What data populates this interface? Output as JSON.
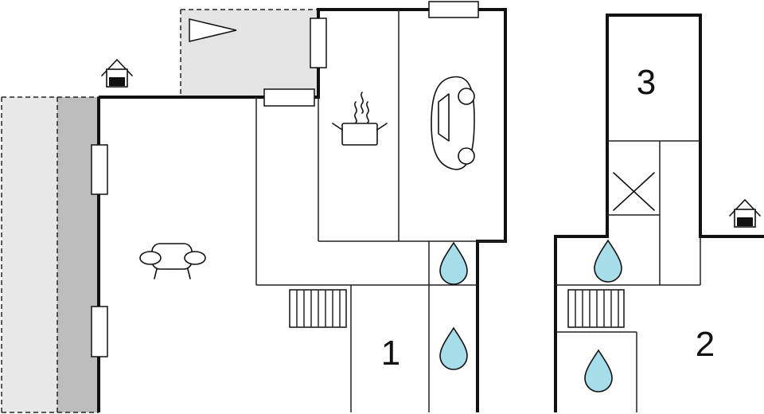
{
  "rooms": [
    {
      "number": "1"
    },
    {
      "number": "2"
    },
    {
      "number": "3"
    }
  ],
  "colors": {
    "terrace_light": "#e8e8e8",
    "terrace_dark": "#bdbdbd",
    "garden": "#e4e4e4",
    "water": "#a6dde8",
    "wall": "#111111"
  },
  "icons": [
    "entrance-icon",
    "entrance-icon",
    "sofa-icon",
    "cooking-pot-icon",
    "car-icon",
    "water-drop-icon",
    "water-drop-icon",
    "water-drop-icon",
    "water-drop-icon",
    "stairs-icon",
    "stairs-icon",
    "storage-cross-icon",
    "orientation-triangle-icon"
  ]
}
